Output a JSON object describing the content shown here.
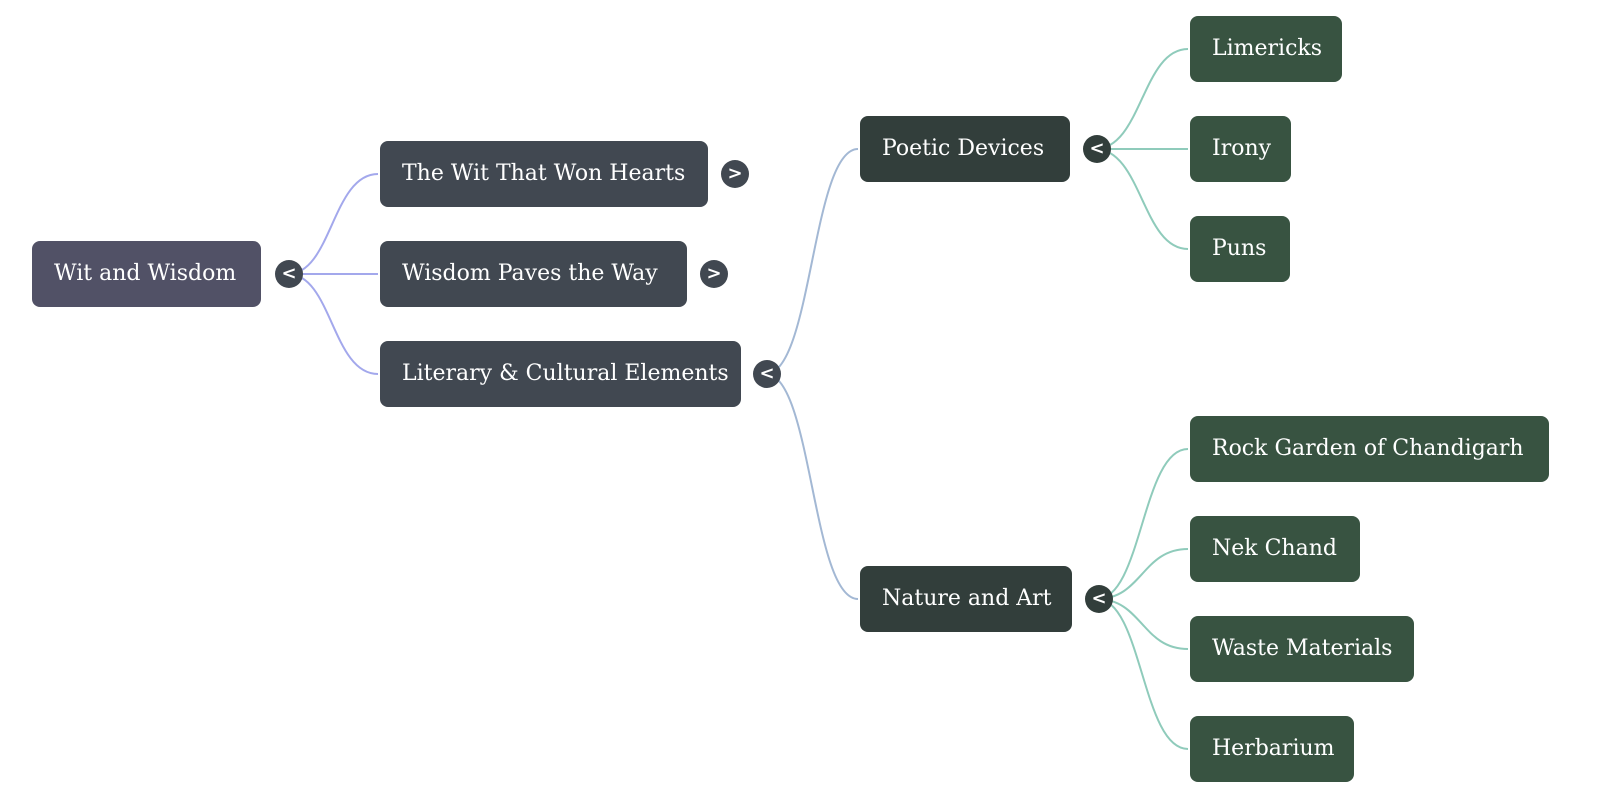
{
  "mindmap": {
    "root": {
      "label": "Wit and Wisdom",
      "toggle": "<"
    },
    "branches": [
      {
        "label": "The Wit That Won Hearts",
        "toggle": ">"
      },
      {
        "label": "Wisdom Paves the Way",
        "toggle": ">"
      },
      {
        "label": "Literary & Cultural Elements",
        "toggle": "<"
      }
    ],
    "sub_branches": [
      {
        "label": "Poetic Devices",
        "toggle": "<"
      },
      {
        "label": "Nature and Art",
        "toggle": "<"
      }
    ],
    "poetic_devices_children": [
      "Limericks",
      "Irony",
      "Puns"
    ],
    "nature_and_art_children": [
      "Rock Garden of Chandigarh",
      "Nek Chand",
      "Waste Materials",
      "Herbarium"
    ]
  },
  "colors": {
    "root_node": "#515166",
    "level1_node": "#414851",
    "level2_node": "#323e3b",
    "level3_node": "#385341",
    "root_edges": "#a3a8ec",
    "level1_edges": "#a3b8d4",
    "level2_edges": "#8fcbbb"
  }
}
